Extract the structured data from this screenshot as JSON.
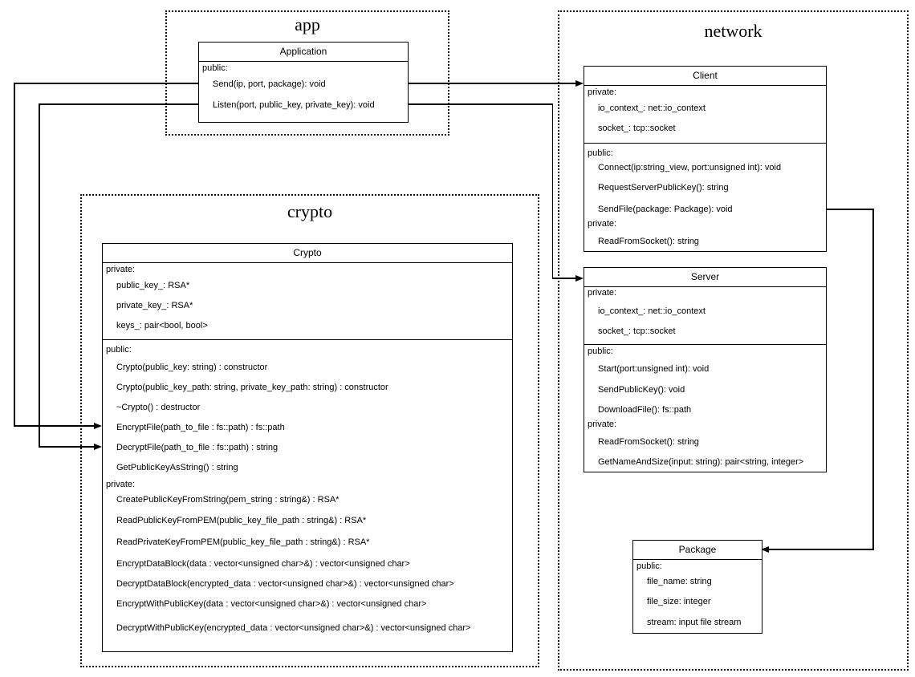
{
  "packages": {
    "app": {
      "title": "app"
    },
    "crypto": {
      "title": "crypto"
    },
    "network": {
      "title": "network"
    }
  },
  "classes": {
    "application": {
      "title": "Application",
      "rows": [
        {
          "text": "public:"
        },
        {
          "text": "Send(ip, port, package): void"
        },
        {
          "text": "Listen(port, public_key, private_key): void"
        }
      ]
    },
    "crypto": {
      "title": "Crypto",
      "rows": [
        {
          "text": "private:"
        },
        {
          "text": "public_key_: RSA*"
        },
        {
          "text": "private_key_: RSA*"
        },
        {
          "text": "keys_: pair<bool, bool>"
        },
        {
          "text": "public:"
        },
        {
          "text": "Crypto(public_key: string) : constructor"
        },
        {
          "text": "Crypto(public_key_path: string, private_key_path: string) : constructor"
        },
        {
          "text": "~Crypto() : destructor"
        },
        {
          "text": "EncryptFile(path_to_file : fs::path) : fs::path"
        },
        {
          "text": "DecryptFile(path_to_file : fs::path) : string"
        },
        {
          "text": "GetPublicKeyAsString() : string"
        },
        {
          "text": "private:"
        },
        {
          "text": "CreatePublicKeyFromString(pem_string : string&) : RSA*"
        },
        {
          "text": "ReadPublicKeyFromPEM(public_key_file_path : string&) : RSA*"
        },
        {
          "text": "ReadPrivateKeyFromPEM(public_key_file_path : string&) : RSA*"
        },
        {
          "text": "EncryptDataBlock(data : vector<unsigned char>&) : vector<unsigned char>"
        },
        {
          "text": "DecryptDataBlock(encrypted_data : vector<unsigned char>&) : vector<unsigned char>"
        },
        {
          "text": "EncryptWithPublicKey(data : vector<unsigned char>&) : vector<unsigned char>"
        },
        {
          "text": "DecryptWithPublicKey(encrypted_data : vector<unsigned char>&) : vector<unsigned char>"
        }
      ]
    },
    "client": {
      "title": "Client",
      "rows": [
        {
          "text": "private:"
        },
        {
          "text": "io_context_: net::io_context"
        },
        {
          "text": "socket_: tcp::socket"
        },
        {
          "text": "public:"
        },
        {
          "text": "Connect(ip:string_view, port:unsigned int): void"
        },
        {
          "text": "RequestServerPublicKey(): string"
        },
        {
          "text": "SendFile(package: Package): void"
        },
        {
          "text": "private:"
        },
        {
          "text": "ReadFromSocket(): string"
        }
      ]
    },
    "server": {
      "title": "Server",
      "rows": [
        {
          "text": "private:"
        },
        {
          "text": "io_context_: net::io_context"
        },
        {
          "text": "socket_: tcp::socket"
        },
        {
          "text": "public:"
        },
        {
          "text": "Start(port:unsigned int): void"
        },
        {
          "text": "SendPublicKey(): void"
        },
        {
          "text": "DownloadFile(): fs::path"
        },
        {
          "text": "private:"
        },
        {
          "text": "ReadFromSocket(): string"
        },
        {
          "text": "GetNameAndSize(input: string): pair<string, integer>"
        }
      ]
    },
    "package": {
      "title": "Package",
      "rows": [
        {
          "text": "public:"
        },
        {
          "text": "file_name: string"
        },
        {
          "text": "file_size: integer"
        },
        {
          "text": "stream: input file stream"
        }
      ]
    }
  },
  "relations": [
    {
      "from": "Application.Send",
      "to": "Client",
      "style": "solid-arrow"
    },
    {
      "from": "Application.Listen",
      "to": "Server",
      "style": "solid-arrow"
    },
    {
      "from": "Application.Send",
      "to": "Crypto.EncryptFile",
      "style": "solid-arrow"
    },
    {
      "from": "Application.Listen",
      "to": "Crypto.DecryptFile",
      "style": "solid-arrow"
    },
    {
      "from": "Client.SendFile",
      "to": "Package",
      "style": "solid-arrow"
    }
  ],
  "colors": {
    "stroke": "#000000",
    "background": "#ffffff"
  }
}
